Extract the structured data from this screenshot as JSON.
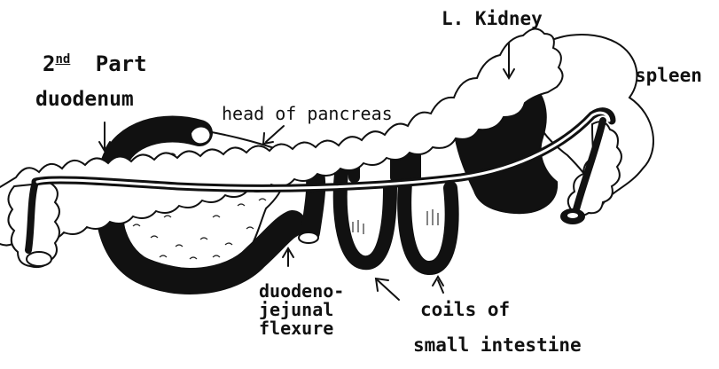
{
  "labels": {
    "part_prefix": "2",
    "part_sup": "nd",
    "part_word": "Part",
    "duodenum": "duodenum",
    "head_of_pancreas": "head of pancreas",
    "kidney": "L. Kidney",
    "spleen": "spleen",
    "dj_flexure": [
      "duodeno-",
      "jejunal",
      "flexure"
    ],
    "coils": [
      "coils of",
      "small intestine"
    ]
  },
  "colors": {
    "ink": "#111111",
    "paper": "#ffffff"
  }
}
